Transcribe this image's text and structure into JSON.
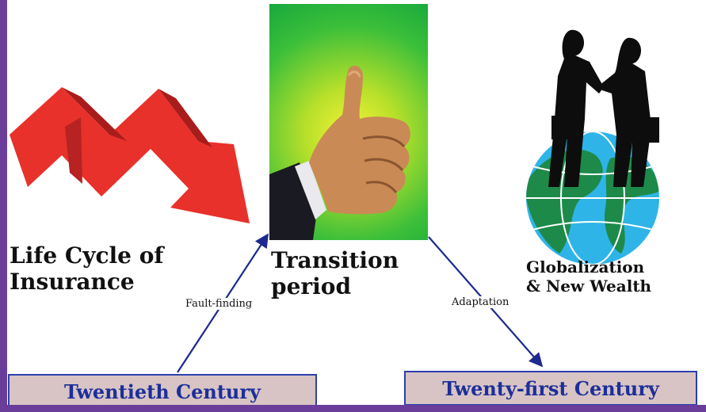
{
  "diagram": {
    "nodes": {
      "life_cycle": "Life Cycle of\nInsurance",
      "transition": "Transition\nperiod",
      "globalization": "Globalization\n& New Wealth",
      "twentieth": "Twentieth Century",
      "twenty_first": "Twenty-first Century"
    },
    "edges": {
      "fault_finding": "Fault-finding",
      "adaptation": "Adaptation"
    }
  },
  "colors": {
    "arrow_red": "#e8312b",
    "edge_blue": "#1c2a8f",
    "box_fill": "#d8c4c4",
    "box_text": "#1c2f9a",
    "frame_purple": "#6a3d9a"
  },
  "icons": [
    "zigzag-down-arrow-icon",
    "thumbs-up-photo",
    "handshake-globe-icon"
  ]
}
